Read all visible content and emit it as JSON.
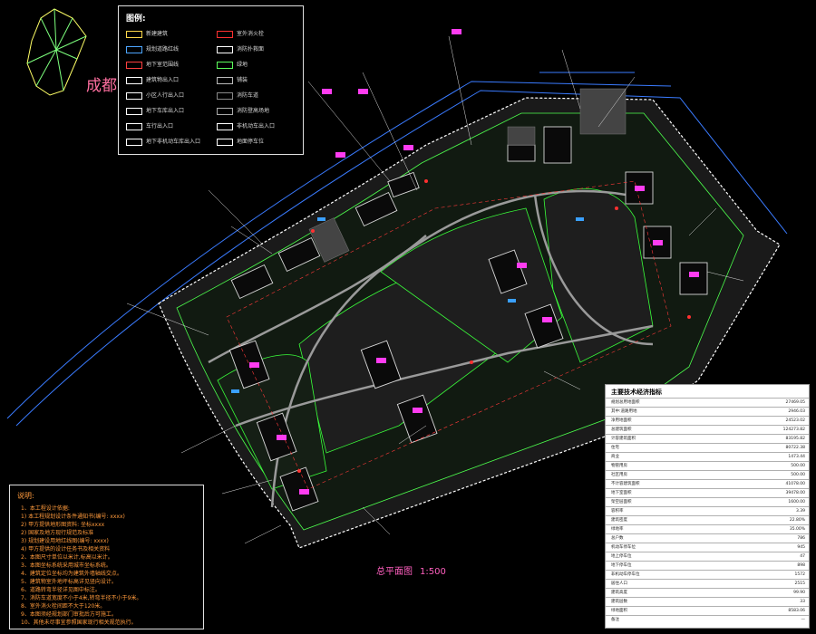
{
  "legend": {
    "title": "图例:",
    "items": [
      {
        "label": "新建建筑",
        "color": "#ffd84a"
      },
      {
        "label": "室外消火栓",
        "color": "#ff3030"
      },
      {
        "label": "规划道路红线",
        "color": "#4da6ff"
      },
      {
        "label": "消防扑救面",
        "color": "#ffffff"
      },
      {
        "label": "地下室范围线",
        "color": "#ff4040"
      },
      {
        "label": "绿地",
        "color": "#5cff5c"
      },
      {
        "label": "建筑物出入口",
        "color": "#ffffff"
      },
      {
        "label": "铺装",
        "color": "#bbbbbb"
      },
      {
        "label": "小区人行出入口",
        "color": "#ffffff"
      },
      {
        "label": "消防车道",
        "color": "#888888"
      },
      {
        "label": "地下车库出入口",
        "color": "#ffffff"
      },
      {
        "label": "消防登高场地",
        "color": "#aaaaaa"
      },
      {
        "label": "车行出入口",
        "color": "#ffffff"
      },
      {
        "label": "非机动车出入口",
        "color": "#ffffff"
      },
      {
        "label": "地下非机动车库出入口",
        "color": "#ffffff"
      },
      {
        "label": "地面停车位",
        "color": "#ffffff"
      }
    ]
  },
  "city_label": "成都",
  "plan_title": {
    "text": "总平面图",
    "scale": "1:500"
  },
  "notes": {
    "title": "说明:",
    "lines": [
      "1、本工程设计依据:",
      "  1) 本工程规划设计条件通知书(编号: xxxx)",
      "     2) 甲方提供地形图资料: 坐标xxxx",
      "  2) 国家及地方现行规范及标准",
      "  3) 规划建设用地红线图(编号: xxxx)",
      "  4) 甲方提供的设计任务书及相关资料",
      "2、本图尺寸单位以米计,标高以米计。",
      "3、本图坐标系统采用城市坐标系统。",
      "4、建筑定位坐标均为建筑外墙轴线交点。",
      "5、建筑物室外地坪标高详见竖向设计。",
      "6、道路转弯半径详见图中标注。",
      "7、消防车道宽度不小于4米,转弯半径不小于9米。",
      "8、室外消火栓间距不大于120米。",
      "9、本图须经规划部门审批后方可施工。",
      "10、其他未尽事宜参照国家现行相关规范执行。"
    ]
  },
  "table": {
    "title": "主要技术经济指标",
    "rows": [
      {
        "k": "规划总用地面积",
        "v": "27469.05"
      },
      {
        "k": "其中:道路用地",
        "v": "2946.03"
      },
      {
        "k": "净用地面积",
        "v": "24523.02"
      },
      {
        "k": "总建筑面积",
        "v": "124273.82"
      },
      {
        "k": "计容建筑面积",
        "v": "83195.82"
      },
      {
        "k": "住宅",
        "v": "80722.38"
      },
      {
        "k": "商业",
        "v": "1473.44"
      },
      {
        "k": "物管用房",
        "v": "500.00"
      },
      {
        "k": "社区用房",
        "v": "500.00"
      },
      {
        "k": "不计容建筑面积",
        "v": "41078.00"
      },
      {
        "k": "地下室面积",
        "v": "39478.00"
      },
      {
        "k": "架空层面积",
        "v": "1600.00"
      },
      {
        "k": "容积率",
        "v": "3.39"
      },
      {
        "k": "建筑密度",
        "v": "22.80%"
      },
      {
        "k": "绿地率",
        "v": "35.00%"
      },
      {
        "k": "总户数",
        "v": "786"
      },
      {
        "k": "机动车停车位",
        "v": "945"
      },
      {
        "k": "地上停车位",
        "v": "47"
      },
      {
        "k": "地下停车位",
        "v": "898"
      },
      {
        "k": "非机动车停车位",
        "v": "1572"
      },
      {
        "k": "居住人口",
        "v": "2515"
      },
      {
        "k": "建筑高度",
        "v": "99.90"
      },
      {
        "k": "建筑层数",
        "v": "33"
      },
      {
        "k": "绿地面积",
        "v": "8583.06"
      },
      {
        "k": "备注",
        "v": "—"
      }
    ]
  }
}
